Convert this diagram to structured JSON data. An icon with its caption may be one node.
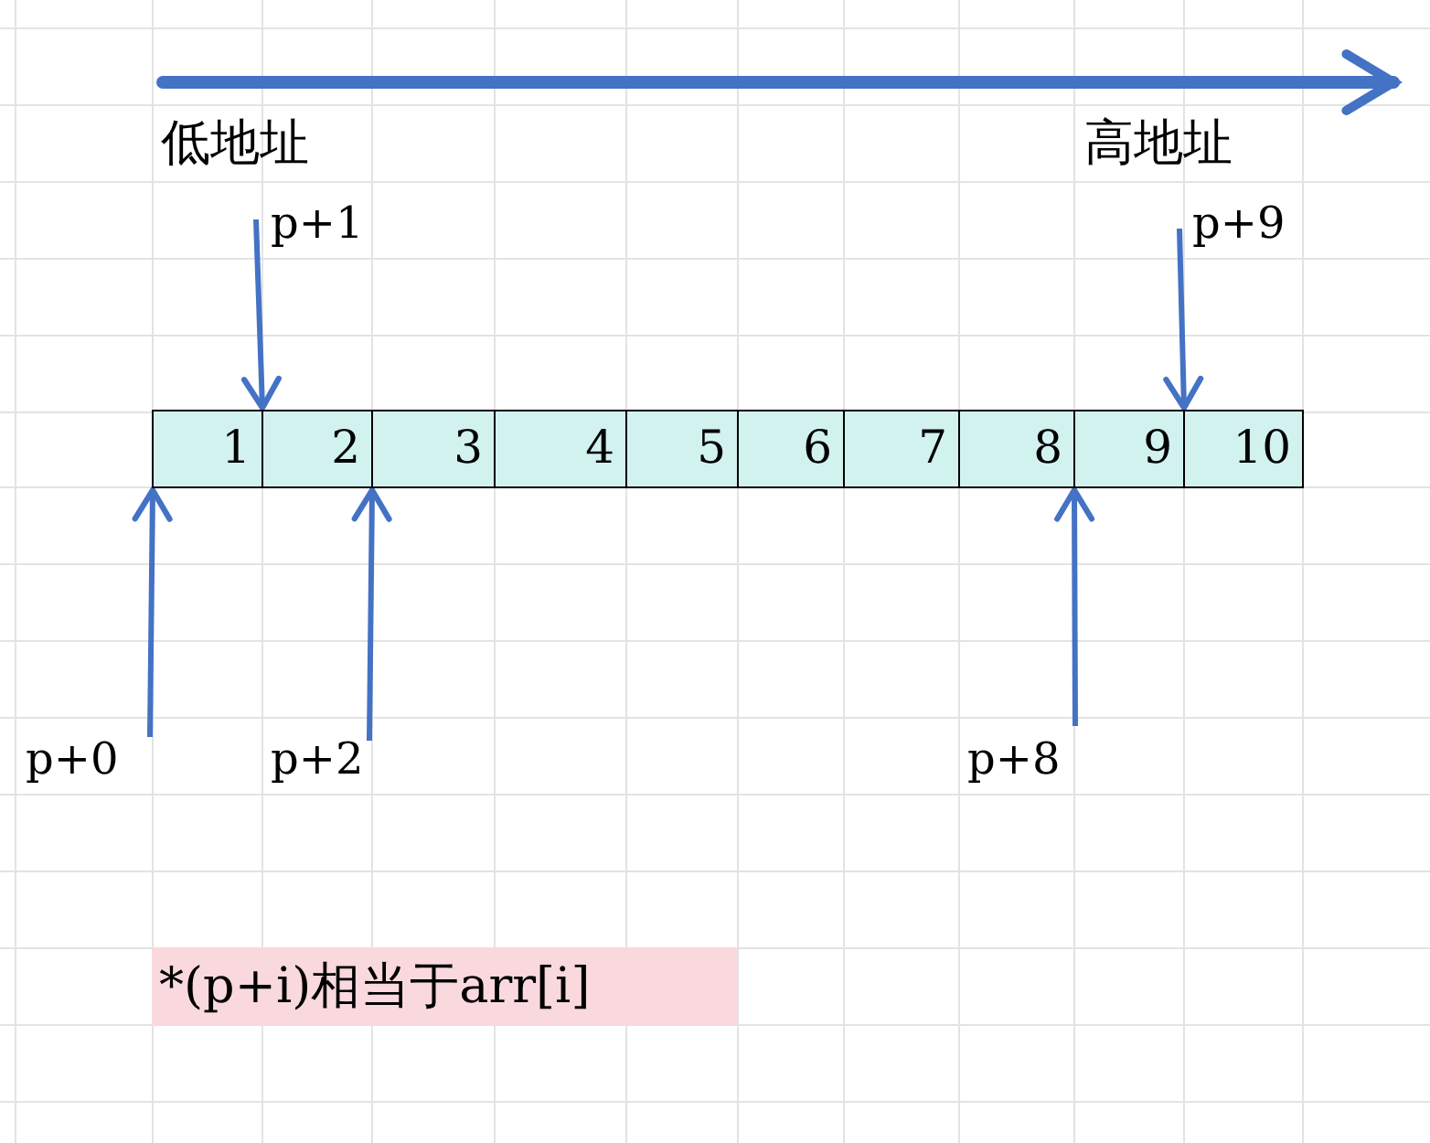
{
  "diagram": {
    "nodes": [
      {
        "text": [
          "1"
        ]
      },
      {
        "text": [
          "2"
        ]
      },
      {
        "text": [
          "3"
        ]
      },
      {
        "text": [
          "4"
        ]
      },
      {
        "text": [
          "5"
        ]
      },
      {
        "text": [
          "6"
        ]
      },
      {
        "text": [
          "7"
        ]
      },
      {
        "text": [
          "8"
        ]
      },
      {
        "text": [
          "9"
        ]
      },
      {
        "text": [
          "10"
        ]
      },
      {
        "text": [
          "p+1"
        ]
      },
      {
        "text": [
          "p+9"
        ]
      },
      {
        "text": [
          "p+0"
        ]
      },
      {
        "text": [
          "p+2"
        ]
      },
      {
        "text": [
          "p+8"
        ]
      },
      {
        "text": [
          "*(p+i)相当于arr[i]"
        ]
      }
    ],
    "edges": [
      {
        "from": 10,
        "to": 1,
        "arrow": "to"
      },
      {
        "from": 11,
        "to": 9,
        "arrow": "to"
      },
      {
        "from": 12,
        "to": 0,
        "arrow": "to"
      },
      {
        "from": 13,
        "to": 2,
        "arrow": "to"
      },
      {
        "from": 14,
        "to": 8,
        "arrow": "to"
      }
    ],
    "labels": [
      "低地址",
      "高地址"
    ]
  }
}
